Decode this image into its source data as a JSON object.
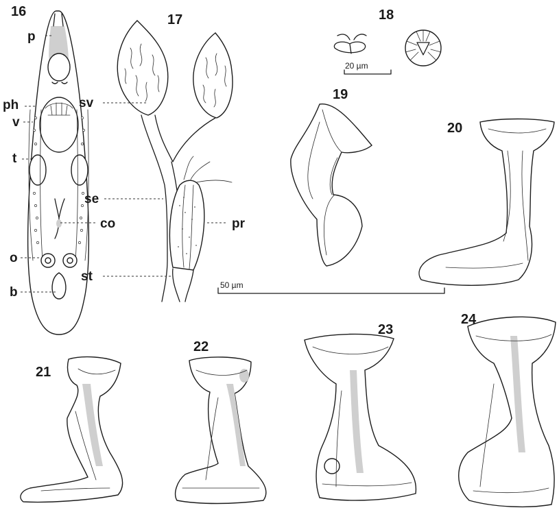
{
  "figures": [
    {
      "id": "fig16",
      "number": "16"
    },
    {
      "id": "fig17",
      "number": "17"
    },
    {
      "id": "fig18",
      "number": "18"
    },
    {
      "id": "fig19",
      "number": "19"
    },
    {
      "id": "fig20",
      "number": "20"
    },
    {
      "id": "fig21",
      "number": "21"
    },
    {
      "id": "fig22",
      "number": "22"
    },
    {
      "id": "fig23",
      "number": "23"
    },
    {
      "id": "fig24",
      "number": "24"
    }
  ],
  "labels": {
    "fig16": [
      "p",
      "ph",
      "v",
      "t",
      "co",
      "o",
      "b"
    ],
    "fig17": [
      "sv",
      "se",
      "pr",
      "st"
    ]
  },
  "scale_bars": [
    {
      "id": "scale-20",
      "label": "20 µm"
    },
    {
      "id": "scale-50",
      "label": "50 µm"
    }
  ]
}
